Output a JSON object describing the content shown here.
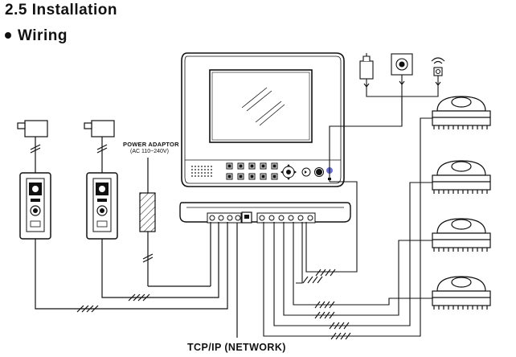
{
  "section": {
    "number_title": "2.5 Installation",
    "subtitle": "Wiring"
  },
  "labels": {
    "power_adaptor": "POWER ADAPTOR",
    "power_range": "(AC 110~240V)",
    "network": "TCP/IP (NETWORK)"
  },
  "devices": {
    "monitor": "indoor-monitor",
    "door_stations": 2,
    "cameras": 4,
    "alarm_sensors": 3
  }
}
